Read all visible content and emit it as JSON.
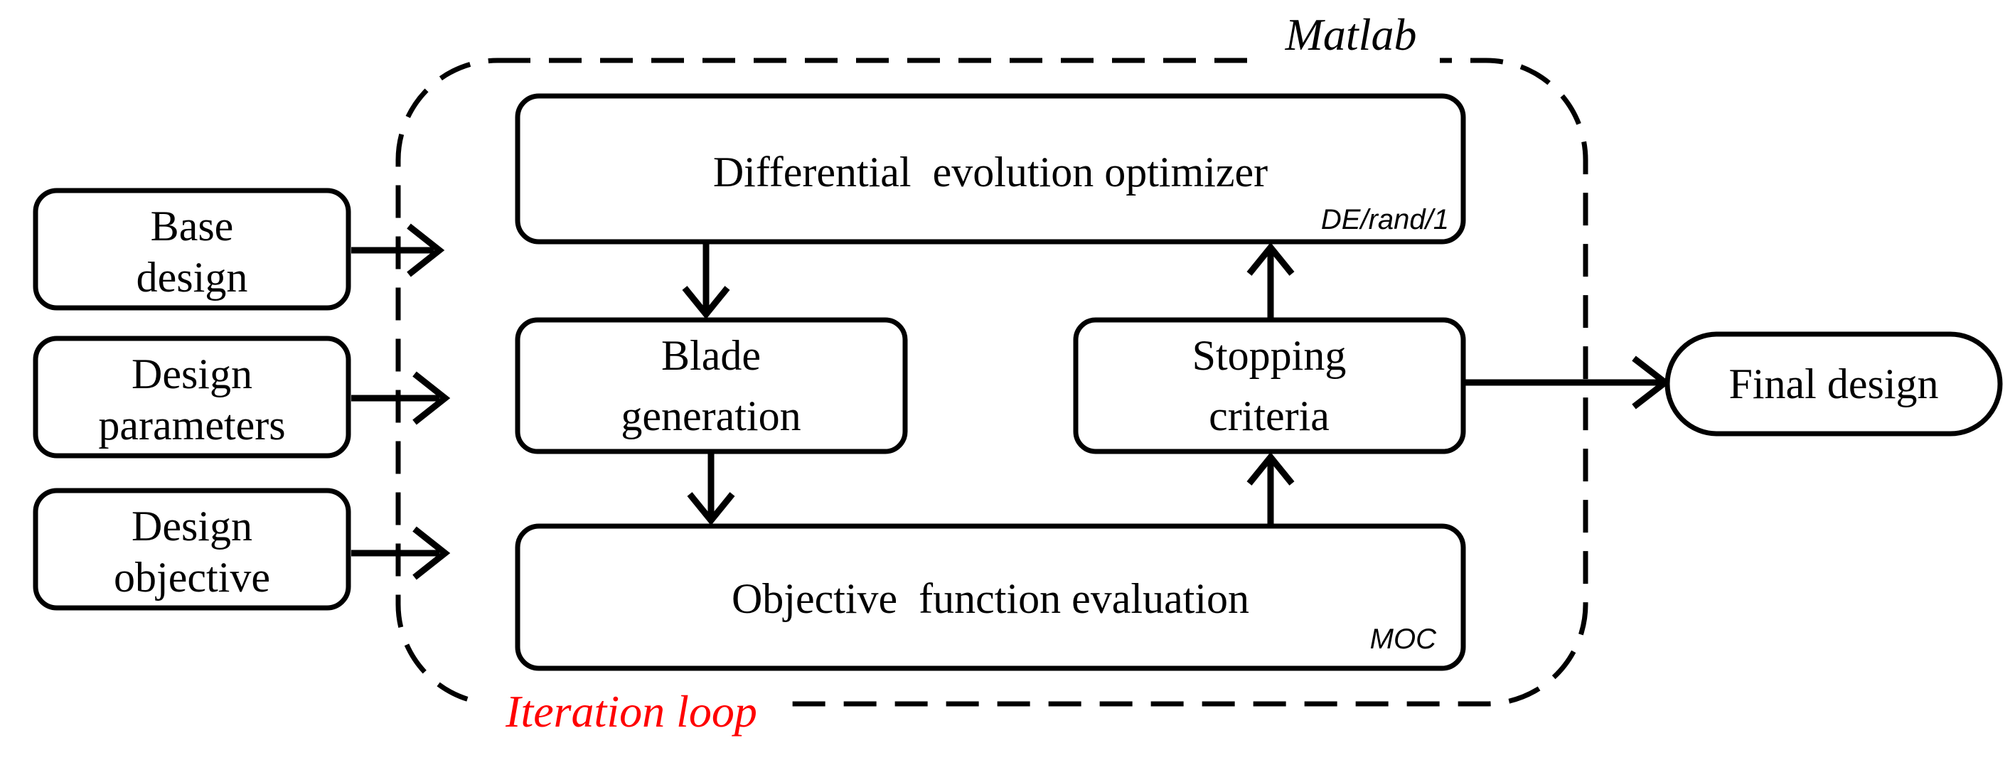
{
  "regions": {
    "environment_label": "Matlab",
    "loop_label": "Iteration loop",
    "loop_label_color": "#ff0000"
  },
  "inputs": [
    {
      "line1": "Base",
      "line2": "design"
    },
    {
      "line1": "Design",
      "line2": "parameters"
    },
    {
      "line1": "Design",
      "line2": "objective"
    }
  ],
  "blocks": {
    "optimizer": {
      "label": "Differential  evolution optimizer",
      "tag": "DE/rand/1"
    },
    "blade_generation": {
      "line1": "Blade",
      "line2": "generation"
    },
    "stopping_criteria": {
      "line1": "Stopping",
      "line2": "criteria"
    },
    "objective_evaluation": {
      "label": "Objective  function evaluation",
      "tag": "MOC"
    }
  },
  "output": {
    "label": "Final design"
  },
  "colors": {
    "stroke": "#000000",
    "background": "#ffffff",
    "loop_label": "#ff0000"
  }
}
